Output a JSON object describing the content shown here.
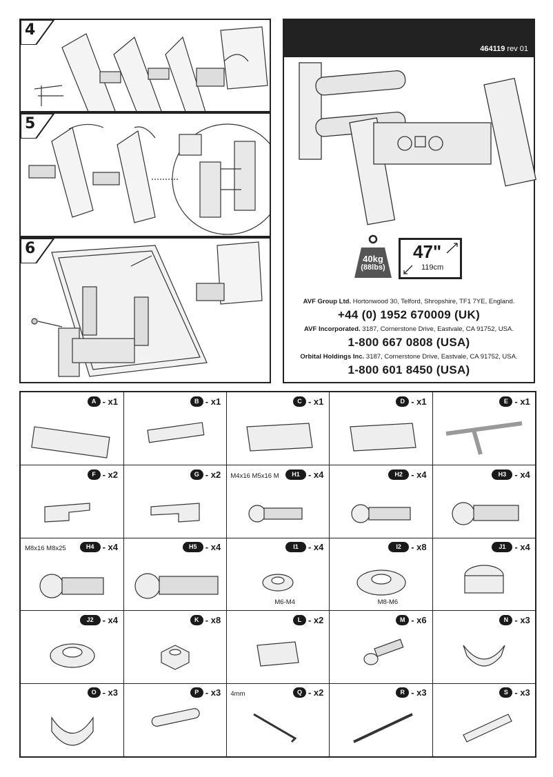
{
  "steps": [
    {
      "number": "4"
    },
    {
      "number": "5"
    },
    {
      "number": "6"
    }
  ],
  "header": {
    "doc_number": "464119",
    "revision": "rev 01"
  },
  "specs": {
    "weight_kg": "40kg",
    "weight_lbs": "(88lbs)",
    "screen_in": "47\"",
    "screen_cm": "119cm"
  },
  "contacts": [
    {
      "company": "AVF Group Ltd.",
      "address": "Hortonwood 30, Telford, Shropshire, TF1 7YE, England.",
      "phone": "+44 (0) 1952 670009 (UK)"
    },
    {
      "company": "AVF Incorporated.",
      "address": "3187, Cornerstone Drive, Eastvale, CA 91752, USA.",
      "phone": "1-800 667 0808 (USA)"
    },
    {
      "company": "Orbital Holdings Inc.",
      "address": "3187, Cornerstone Drive, Eastvale, CA 91752, USA.",
      "phone": "1-800 601 8450 (USA)"
    }
  ],
  "parts": [
    {
      "letter": "A",
      "qty": "- x1"
    },
    {
      "letter": "B",
      "qty": "- x1"
    },
    {
      "letter": "C",
      "qty": "- x1"
    },
    {
      "letter": "D",
      "qty": "- x1"
    },
    {
      "letter": "E",
      "qty": "- x1"
    },
    {
      "letter": "F",
      "qty": "- x2"
    },
    {
      "letter": "G",
      "qty": "- x2"
    },
    {
      "letter": "H1",
      "qty": "- x4",
      "note": "M4x16  M5x16  M"
    },
    {
      "letter": "H2",
      "qty": "- x4"
    },
    {
      "letter": "H3",
      "qty": "- x4"
    },
    {
      "letter": "H4",
      "qty": "- x4",
      "note": "M8x16  M8x25"
    },
    {
      "letter": "H5",
      "qty": "- x4"
    },
    {
      "letter": "I1",
      "qty": "- x4",
      "note": "M6-M4"
    },
    {
      "letter": "I2",
      "qty": "- x8",
      "note": "M8-M6"
    },
    {
      "letter": "J1",
      "qty": "- x4"
    },
    {
      "letter": "J2",
      "qty": "- x4"
    },
    {
      "letter": "K",
      "qty": "- x8"
    },
    {
      "letter": "L",
      "qty": "- x2"
    },
    {
      "letter": "M",
      "qty": "- x6"
    },
    {
      "letter": "N",
      "qty": "- x3"
    },
    {
      "letter": "O",
      "qty": "- x3"
    },
    {
      "letter": "P",
      "qty": "- x3"
    },
    {
      "letter": "Q",
      "qty": "- x2",
      "note": "4mm"
    },
    {
      "letter": "R",
      "qty": "- x3"
    },
    {
      "letter": "S",
      "qty": "- x3"
    }
  ]
}
